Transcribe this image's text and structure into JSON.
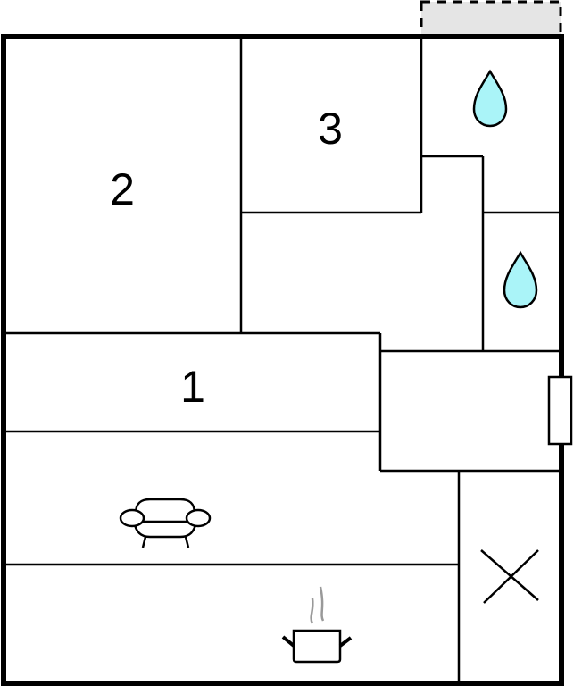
{
  "rooms": [
    {
      "id": "room-2",
      "label": "2"
    },
    {
      "id": "room-3",
      "label": "3"
    },
    {
      "id": "room-1",
      "label": "1"
    }
  ],
  "icons": {
    "bathroom": "water-drop-icon",
    "living": "sofa-icon",
    "kitchen": "cooking-pot-icon",
    "stairs_or_void": "cross-icon",
    "window": "window-icon"
  },
  "colors": {
    "wall": "#000000",
    "water": "#aaf4f8",
    "balcony": "#e5e5e5",
    "steam": "#999999"
  }
}
